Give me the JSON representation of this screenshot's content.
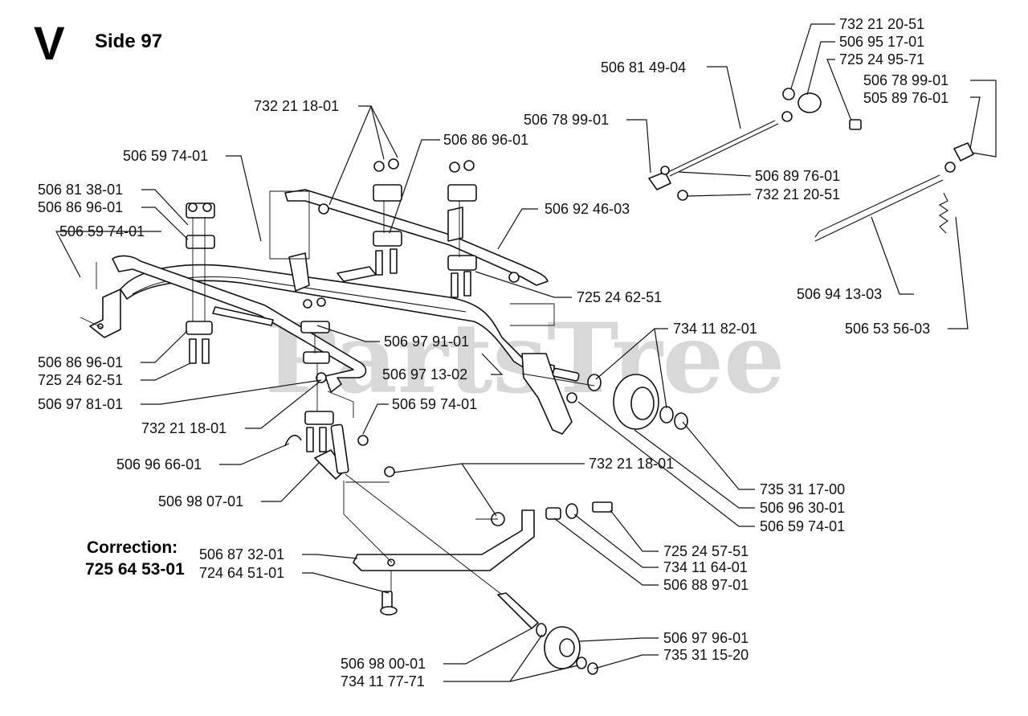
{
  "header": {
    "section_letter": "V",
    "page_label": "Side 97"
  },
  "correction": {
    "title": "Correction:",
    "part_number": "725 64 53-01"
  },
  "watermark": "PartsTree",
  "part_labels": [
    "732 21 20-51",
    "506 95 17-01",
    "725 24 95-71",
    "506 81 49-04",
    "506 78 99-01",
    "505 89 76-01",
    "506 78 99-01",
    "506 89 76-01",
    "732 21 20-51",
    "732 21 18-01",
    "506 86 96-01",
    "506 59 74-01",
    "506 81 38-01",
    "506 86 96-01",
    "506 92 46-03",
    "506 59 74-01",
    "725 24 62-51",
    "506 94 13-03",
    "734 11 82-01",
    "506 53 56-03",
    "506 97 91-01",
    "506 86 96-01",
    "506 97 13-02",
    "725 24 62-51",
    "506 97 81-01",
    "506 59 74-01",
    "732 21 18-01",
    "506 96 66-01",
    "732 21 18-01",
    "506 98 07-01",
    "735 31 17-00",
    "506 96 30-01",
    "506 59 74-01",
    "725 24 57-51",
    "506 87 32-01",
    "734 11 64-01",
    "724 64 51-01",
    "506 88 97-01",
    "506 97 96-01",
    "506 98 00-01",
    "735 31 15-20",
    "734 11 77-71"
  ]
}
